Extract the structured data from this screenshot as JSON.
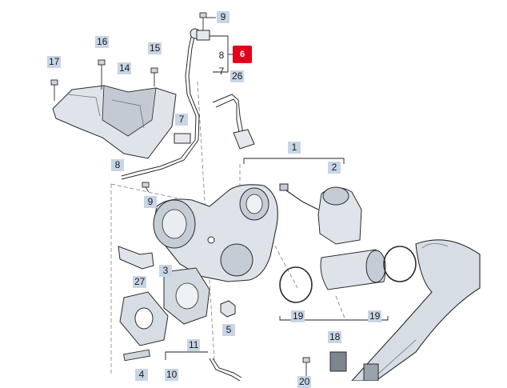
{
  "diagram": {
    "highlight": {
      "label": "6",
      "color": "#e3001b"
    },
    "callout_color": "#c7d5e6",
    "callouts": {
      "c9_top": "9",
      "c16": "16",
      "c15": "15",
      "c8_top": "8",
      "c17": "17",
      "c14": "14",
      "c7_top": "7",
      "c26": "26",
      "c7_mid": "7",
      "c1": "1",
      "c2": "2",
      "c8_mid": "8",
      "c9_mid": "9",
      "c3": "3",
      "c27": "27",
      "c5": "5",
      "c19_left": "19",
      "c19_right": "19",
      "c18": "18",
      "c11": "11",
      "c10": "10",
      "c4": "4",
      "c20": "20"
    }
  }
}
